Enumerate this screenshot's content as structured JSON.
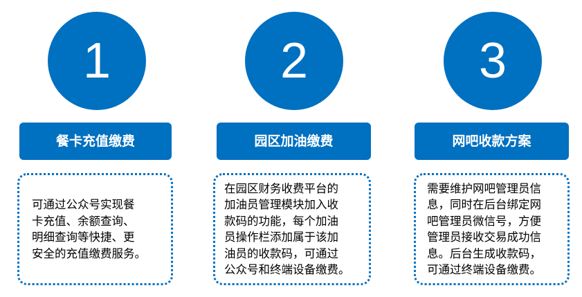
{
  "steps": [
    {
      "number": "1",
      "title": "餐卡充值缴费",
      "lines": [
        "可通过公众号实现餐",
        "卡充值、余额查询、",
        "明细查询等快捷、更",
        "安全的充值缴费服务。"
      ]
    },
    {
      "number": "2",
      "title": "园区加油缴费",
      "lines": [
        "在园区财务收费平台的",
        "加油员管理模块加入收",
        "款码的功能，每个加油",
        "员操作栏添加属于该加",
        "油员的收款码，可通过",
        "公众号和终端设备缴费。"
      ]
    },
    {
      "number": "3",
      "title": "网吧收款方案",
      "lines": [
        "需要维护网吧管理员信",
        "息，同时在后台绑定网",
        "吧管理员微信号，方便",
        "管理员接收交易成功信",
        "息。后台生成收款码，",
        "可通过终端设备缴费。"
      ]
    }
  ]
}
